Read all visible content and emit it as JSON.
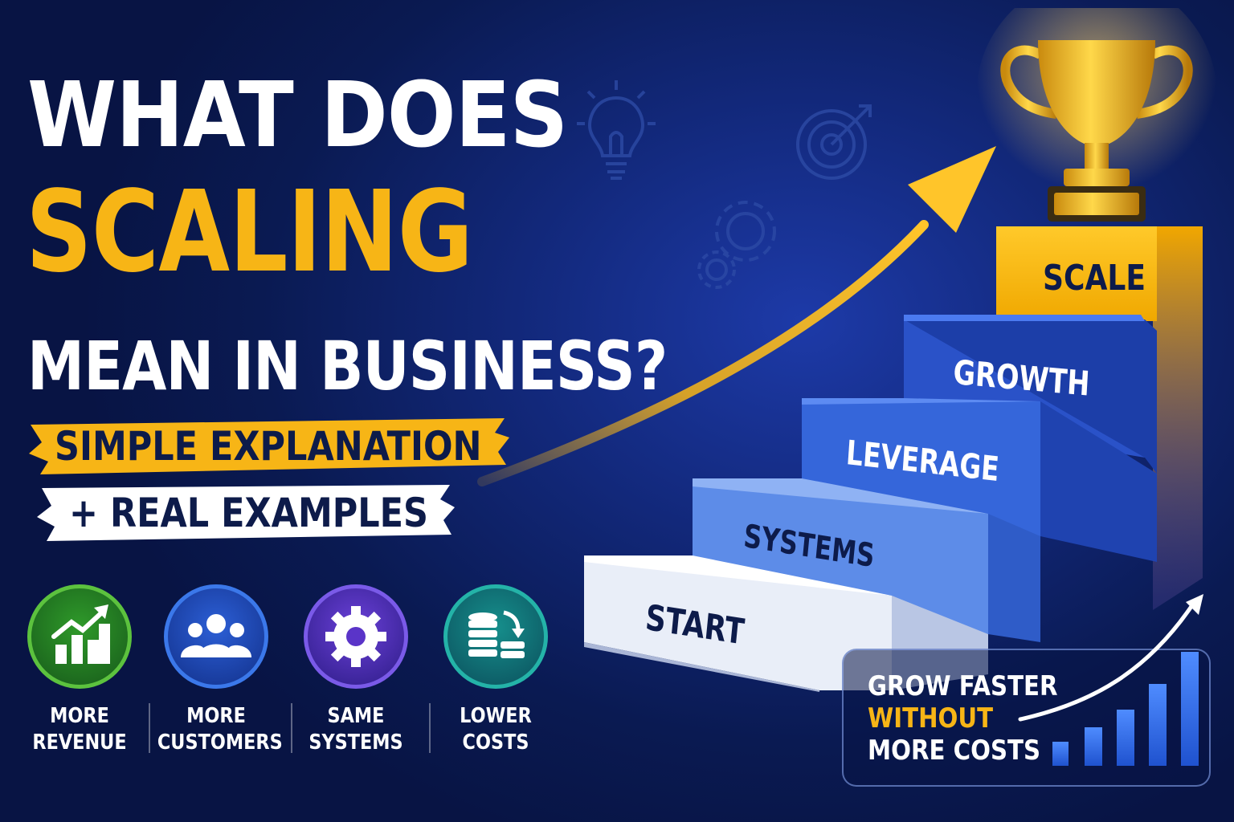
{
  "headline": {
    "line1": "WHAT DOES",
    "line2": "SCALING",
    "line3": "MEAN IN BUSINESS?"
  },
  "banners": {
    "primary": "SIMPLE EXPLANATION",
    "secondary": "+ REAL EXAMPLES"
  },
  "features": [
    {
      "icon": "bar-chart-up-icon",
      "line1": "MORE",
      "line2": "REVENUE",
      "color": "#3fa535"
    },
    {
      "icon": "people-group-icon",
      "line1": "MORE",
      "line2": "CUSTOMERS",
      "color": "#2a63d8"
    },
    {
      "icon": "gear-icon",
      "line1": "SAME",
      "line2": "SYSTEMS",
      "color": "#6a3cd0"
    },
    {
      "icon": "coins-down-icon",
      "line1": "LOWER",
      "line2": "COSTS",
      "color": "#15938f"
    }
  ],
  "steps": [
    "START",
    "SYSTEMS",
    "LEVERAGE",
    "GROWTH",
    "SCALE"
  ],
  "callout": {
    "line1": "GROW FASTER",
    "line2": "WITHOUT",
    "line3": "MORE COSTS"
  },
  "colors": {
    "accent": "#f7b516",
    "background": "#0a1a52",
    "step_blue": "#2f5fd6"
  },
  "decor_icons": [
    "lightbulb-icon",
    "target-icon",
    "gears-icon",
    "trophy-icon",
    "growth-arrow-icon"
  ]
}
